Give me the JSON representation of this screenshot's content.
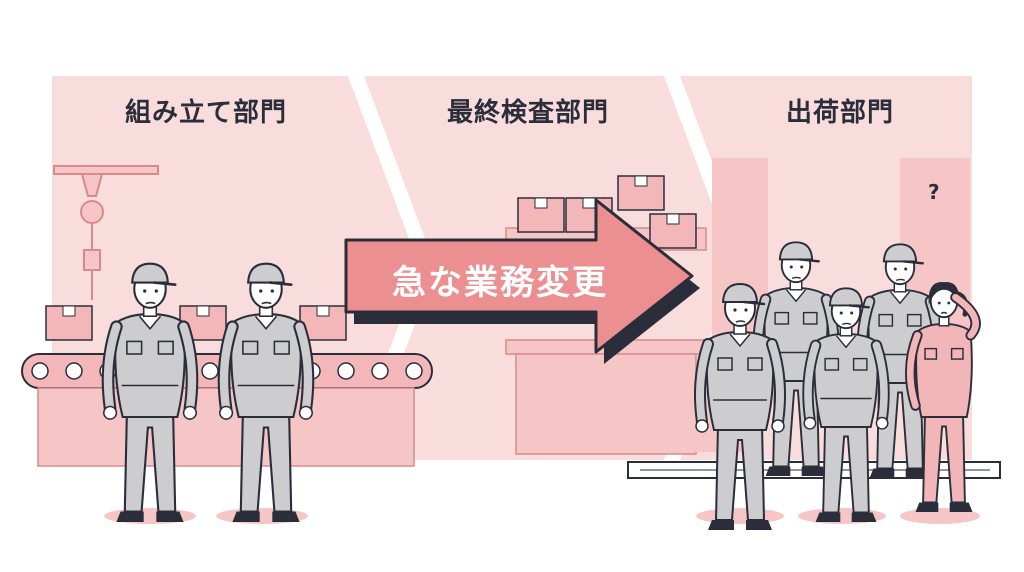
{
  "departments": [
    {
      "label": "組み立て部門"
    },
    {
      "label": "最終検査部門"
    },
    {
      "label": "出荷部門"
    }
  ],
  "banner": {
    "label": "急な業務変更"
  },
  "annotation": {
    "question_mark": "?"
  },
  "colors": {
    "panel_fill": "#f9dcdc",
    "arrow_fill": "#ec8f91",
    "outline": "#2b2e3a",
    "uniform_gray": "#cdcdd0",
    "uniform_pink": "#f2b5b8",
    "skin": "#ffffff"
  },
  "icons": [
    "robot-arm-icon",
    "conveyor-belt-icon",
    "cardboard-box-icon",
    "pallet-icon",
    "question-mark-icon"
  ]
}
